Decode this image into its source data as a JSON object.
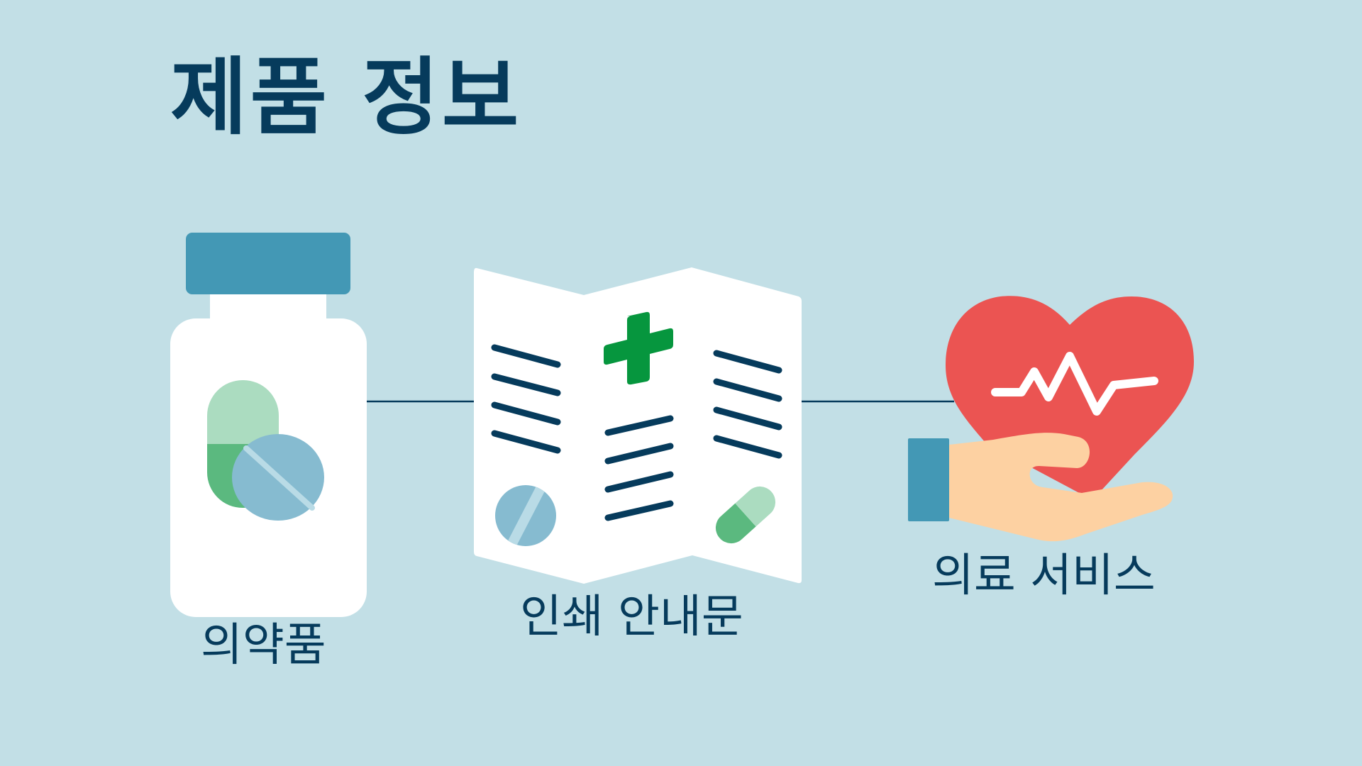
{
  "title": "제품 정보",
  "items": [
    {
      "label": "의약품",
      "icon": "medicine-bottle-icon"
    },
    {
      "label": "인쇄 안내문",
      "icon": "printed-brochure-icon"
    },
    {
      "label": "의료 서비스",
      "icon": "heart-in-hand-icon"
    }
  ],
  "colors": {
    "background": "#c2dfe6",
    "text": "#063b5c",
    "cap": "#4398b5",
    "white": "#ffffff",
    "capsule_light": "#abdcc0",
    "capsule_dark": "#5bb97f",
    "tablet": "#86bbd0",
    "tablet_score": "#b9dbe6",
    "cross": "#06963e",
    "heart": "#eb5452",
    "skin": "#fdd1a2",
    "cuff": "#4398b5"
  }
}
